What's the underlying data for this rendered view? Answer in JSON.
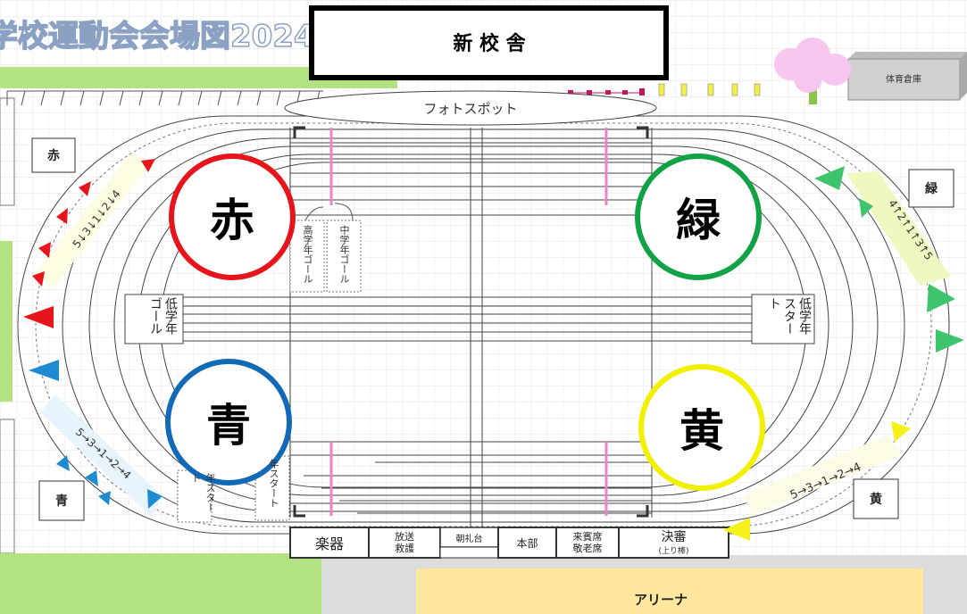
{
  "title": "学校運動会会場図2024",
  "building": "新 校 舎",
  "storage": "体育倉庫",
  "photo_spot": "フォトスポット",
  "arena": "アリーナ",
  "teams": {
    "red": {
      "name": "赤",
      "color": "#e8141b",
      "label": "赤",
      "order": "5↓3↓1↓2↓4"
    },
    "green": {
      "name": "緑",
      "color": "#11a246",
      "label": "緑",
      "order": "4↑2↑1↑3↑5"
    },
    "blue": {
      "name": "青",
      "color": "#1169b7",
      "label": "青",
      "order": "5→3→1→2→4"
    },
    "yellow": {
      "name": "黄",
      "color": "#f0f000",
      "label": "黄",
      "order": "5→3→1→2→4"
    }
  },
  "goals": {
    "upper_goal": "高学年ゴール",
    "middle_goal": "中学年ゴール",
    "lower_goal": "低学年ゴール",
    "lower_start": "低学年スタート",
    "upper_start_partial": "年スタート",
    "middle_start_partial": "年スタート"
  },
  "tents": [
    "楽器",
    "放送\n救護",
    "朝礼台",
    "本部",
    "来賓席\n敬老席",
    "決審",
    "(上り棒)"
  ]
}
